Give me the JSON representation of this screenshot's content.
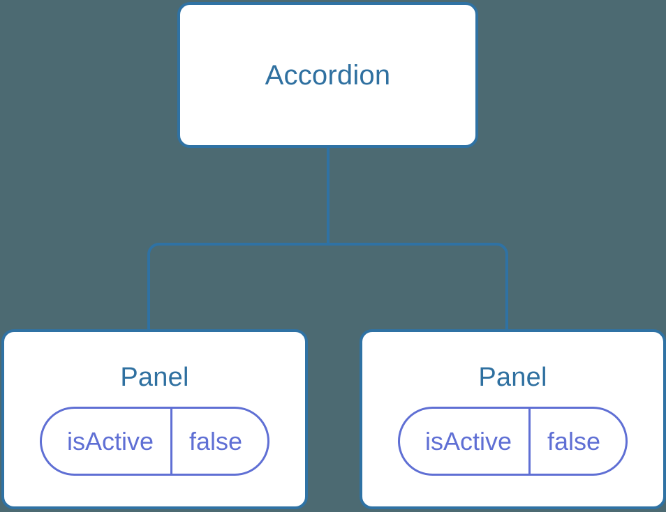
{
  "diagram": {
    "type": "component-tree",
    "background_color": "#4c6a72",
    "node_fill_color": "#ffffff",
    "node_border_color": "#2f72a4",
    "title_text_color": "#2f70a0",
    "prop_color": "#5f6fd4",
    "connector_color": "#2f72a4",
    "root": {
      "label": "Accordion"
    },
    "children": [
      {
        "label": "Panel",
        "props": [
          {
            "key": "isActive",
            "value": "false"
          }
        ]
      },
      {
        "label": "Panel",
        "props": [
          {
            "key": "isActive",
            "value": "false"
          }
        ]
      }
    ]
  }
}
